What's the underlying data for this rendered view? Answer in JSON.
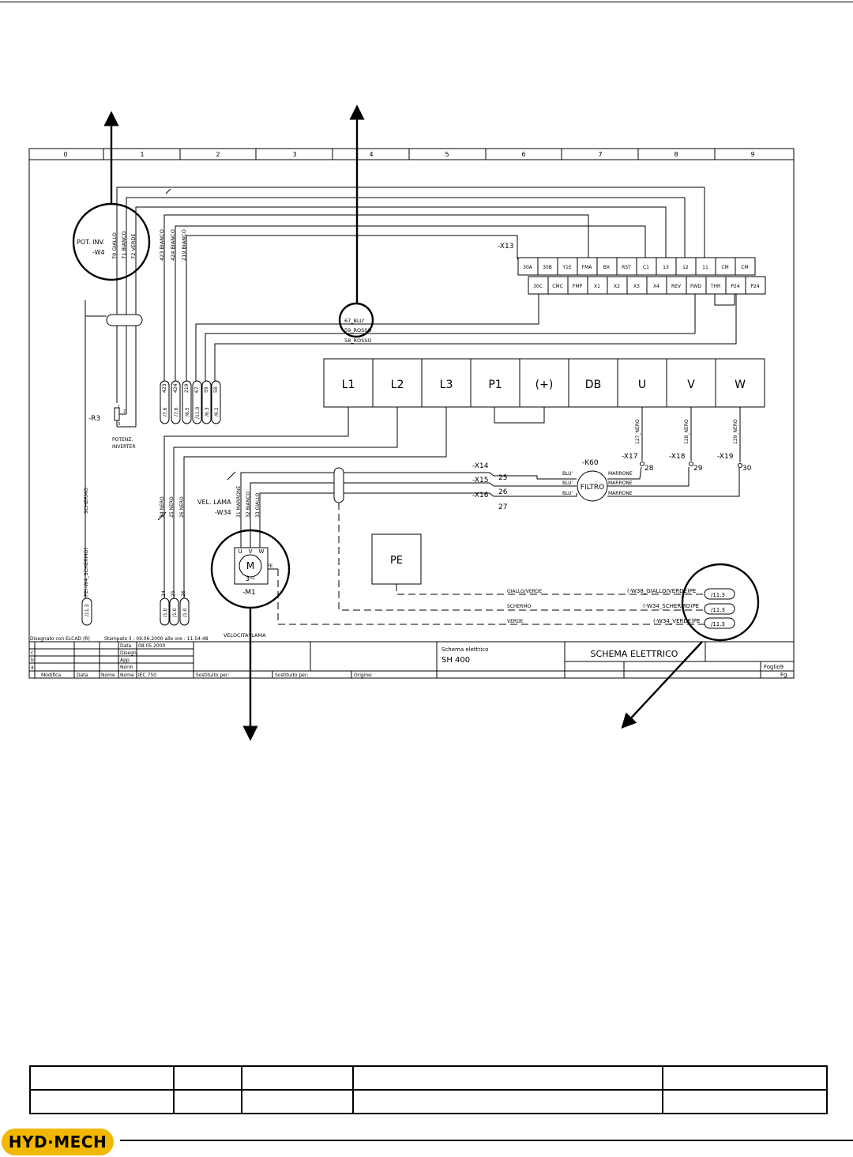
{
  "grid_columns": [
    "0",
    "1",
    "2",
    "3",
    "4",
    "5",
    "6",
    "7",
    "8",
    "9"
  ],
  "terminal_row1": [
    "30A",
    "30B",
    "Y1E",
    "FMA",
    "BX",
    "RST",
    "C1",
    "13",
    "12",
    "11",
    "CM",
    "CM"
  ],
  "terminal_row2": [
    "30C",
    "CMC",
    "FMP",
    "X1",
    "X2",
    "X3",
    "X4",
    "REV",
    "FWD",
    "THR",
    "P24",
    "P24"
  ],
  "power_terminals": [
    "L1",
    "L2",
    "L3",
    "P1",
    "(+)",
    "DB",
    "U",
    "V",
    "W"
  ],
  "labels": {
    "x13": "-X13",
    "pot_inv_1": "POT. INV.",
    "pot_inv_2": "-W4",
    "w4_w1": "70 GIALLO",
    "w4_w2": "71 BIANCO",
    "w4_w3": "72 VERDE",
    "bianco_1": "423 BIANCO",
    "bianco_2": "424 BIANCO",
    "bianco_3": "219 BIANCO",
    "wire67": "67_BLU'",
    "wire59": "59_ROSSO",
    "wire58": "58_ROSSO",
    "r3": "-R3",
    "r3_pin1": "1",
    "r3_pin2": "2",
    "r3_pin3": "3",
    "potenz_1": "POTENZ.",
    "potenz_2": "INVERTER",
    "schermo": "SCHERMO",
    "pe_w4": "PE(-W4_SCHERMO)",
    "ref_113": "/11.3",
    "nero_24": "24 NERO",
    "nero_25": "25 NERO",
    "nero_26": "26 NERO",
    "vel_lama_1": "VEL. LAMA",
    "vel_lama_2": "-W34",
    "w34_w1": "31 MARRONE",
    "w34_w2": "32 BIANCO",
    "w34_w3": "33 GIALLO",
    "motor_m": "M",
    "motor_3": "3~",
    "motor_u": "U",
    "motor_v": "V",
    "motor_w": "W",
    "motor_pe": "PE",
    "m1": "-M1",
    "velocita_lama": "VELOCITA' LAMA",
    "x14": "-X14",
    "x15": "-X15",
    "x16": "-X16",
    "n25": "25",
    "n26": "26",
    "n27": "27",
    "k60": "-K60",
    "filtro": "FILTRO",
    "blu": "BLU'",
    "marrone": "MARRONE",
    "nero_127": "127_NERO",
    "nero_128": "128_NERO",
    "nero_129": "129_NERO",
    "x17": "-X17",
    "x18": "-X18",
    "x19": "-X19",
    "n28": "28",
    "n29": "29",
    "n30": "30",
    "pe_box": "PE",
    "giallo_verde": "GIALLO/VERDE",
    "schermo2": "SCHERMO",
    "verde": "VERDE",
    "w38_pe": "(-W38_GIALLO/VERDE)PE",
    "w34_sch_pe": "(-W34_SCHERMO)PE",
    "w34_ver_pe": "(-W34_VERDE)PE"
  },
  "bundle_left": [
    "423",
    "424",
    "219"
  ],
  "bundle_left_refs": [
    "/7.6",
    "/7.6",
    "/8.5"
  ],
  "bundle_right": [
    "67",
    "59",
    "58"
  ],
  "bundle_right_refs": [
    "/11.0",
    "/6.3",
    "/6.2"
  ],
  "bundle_bottom": [
    "24",
    "25",
    "26"
  ],
  "bundle_bottom_refs": [
    "/1.0",
    "/1.0",
    "/1.0"
  ],
  "title_block": {
    "disegnato": "Disegnato con ELCAD (R)",
    "stampato": "Stampato il : 09.06.2000 alle ore : 11:54:48",
    "data_label": "Data",
    "data_value": "08.05.2000",
    "disegn": "Disegn.",
    "app": "App.",
    "norm": "Norm",
    "norm_value": "IEC 750",
    "rev_c": "c",
    "rev_b": "b",
    "rev_a": "a",
    "modifica": "Modifica",
    "data2": "Data",
    "nome": "Nome",
    "nome2": "Nome",
    "sostituito": "Sostituito per:",
    "sostituito2": "Sostituito per:",
    "origine": "Origine:",
    "schema_small": "Schema elettrico",
    "model": "SH 400",
    "schema_title": "SCHEMA ELETTRICO",
    "foglio": "Foglio9",
    "fg": "Fg."
  },
  "logo": "HYD·MECH"
}
